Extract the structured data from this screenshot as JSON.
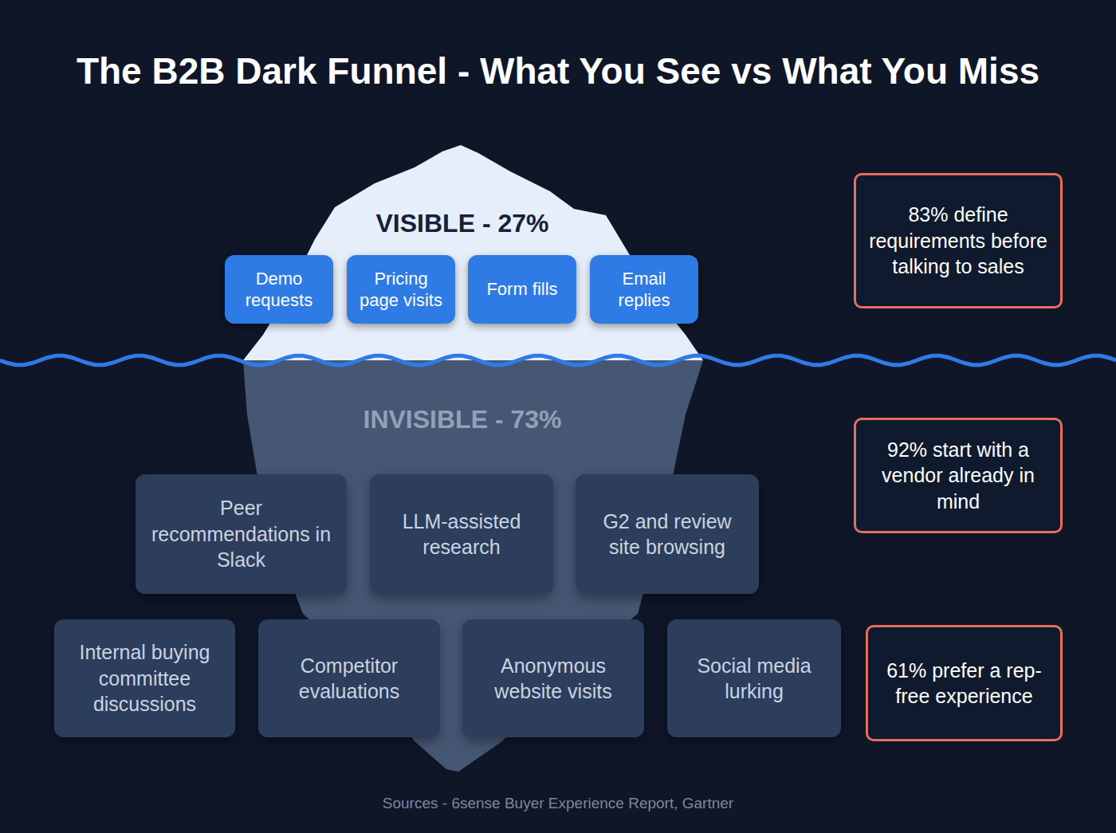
{
  "diagram": {
    "title": "The B2B Dark Funnel - What You See vs What You Miss",
    "caption": "Sources - 6sense Buyer Experience Report, Gartner",
    "nodes": [
      {
        "text": [
          "Demo requests"
        ]
      },
      {
        "text": [
          "Pricing page visits"
        ]
      },
      {
        "text": [
          "Form fills"
        ]
      },
      {
        "text": [
          "Email replies"
        ]
      },
      {
        "text": [
          "83% define requirements before talking to sales"
        ]
      },
      {
        "text": [
          "Peer recommendations in Slack"
        ]
      },
      {
        "text": [
          "LLM-assisted research"
        ]
      },
      {
        "text": [
          "G2 and review site browsing"
        ]
      },
      {
        "text": [
          "92% start with a vendor already in mind"
        ]
      },
      {
        "text": [
          "Internal buying committee discussions"
        ]
      },
      {
        "text": [
          "Competitor evaluations"
        ]
      },
      {
        "text": [
          "Anonymous website visits"
        ]
      },
      {
        "text": [
          "Social media lurking"
        ]
      },
      {
        "text": [
          "61% prefer a rep-free experience"
        ]
      }
    ],
    "labels": [
      "VISIBLE - 27%",
      "INVISIBLE - 73%"
    ]
  }
}
